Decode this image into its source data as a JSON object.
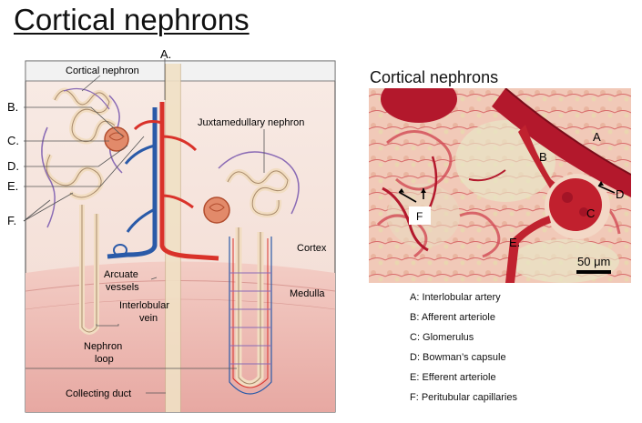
{
  "title": "Cortical nephrons",
  "diagram": {
    "letters": {
      "a": "A.",
      "b": "B.",
      "c": "C.",
      "d": "D.",
      "e": "E.",
      "f": "F."
    },
    "labels": {
      "cortical_nephron": "Cortical nephron",
      "juxtamedullary_nephron": "Juxtamedullary nephron",
      "cortex": "Cortex",
      "medulla": "Medulla",
      "arcuate_vessels_line1": "Arcuate",
      "arcuate_vessels_line2": "vessels",
      "interlobular_vein_line1": "Interlobular",
      "interlobular_vein_line2": "vein",
      "nephron_loop_line1": "Nephron",
      "nephron_loop_line2": "loop",
      "collecting_duct": "Collecting duct"
    }
  },
  "photo": {
    "title": "Cortical nephrons",
    "letters": {
      "a": "A",
      "b": "B",
      "c": "C",
      "d": "D",
      "e": "E.",
      "f": "F"
    },
    "scale_bar": "50 μm"
  },
  "legend": [
    "A: Interlobular artery",
    "B: Afferent arteriole",
    "C: Glomerulus",
    "D: Bowman’s capsule",
    "E: Efferent arteriole",
    "F: Peritubular capillaries"
  ],
  "colors": {
    "artery": "#d9322a",
    "vein": "#2a5aa8",
    "tubule": "#f2ddc2",
    "capillary": "#8a6bb5",
    "cortex_bg": "#f5e3dc",
    "medulla_bg": "#f0c4bc",
    "photo_tissue": "#d94a55"
  }
}
